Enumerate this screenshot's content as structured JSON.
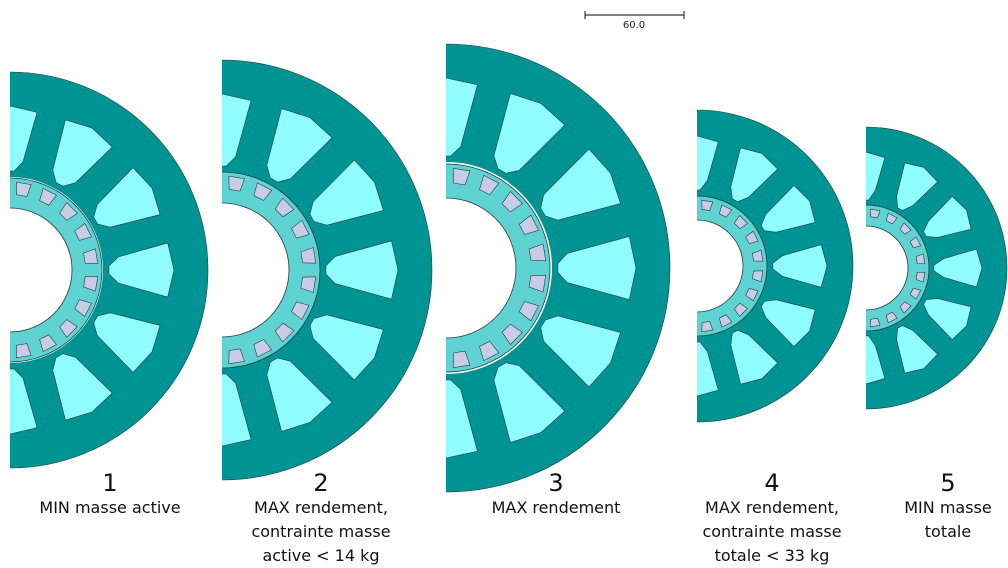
{
  "scale_bar": {
    "label": "60.0"
  },
  "colors": {
    "stator": "#009393",
    "slot": "#8ffcfd",
    "rotor": "#5fd2d2",
    "magnet": "#c9cce6",
    "outline": "#1f3f3f"
  },
  "designs": [
    {
      "number": "1",
      "lines": [
        "MIN masse active"
      ]
    },
    {
      "number": "2",
      "lines": [
        "MAX rendement,",
        "contrainte masse",
        "active < 14 kg"
      ]
    },
    {
      "number": "3",
      "lines": [
        "MAX rendement"
      ]
    },
    {
      "number": "4",
      "lines": [
        "MAX rendement,",
        "contrainte masse",
        "totale < 33 kg"
      ]
    },
    {
      "number": "5",
      "lines": [
        "MIN masse",
        "totale"
      ]
    }
  ]
}
